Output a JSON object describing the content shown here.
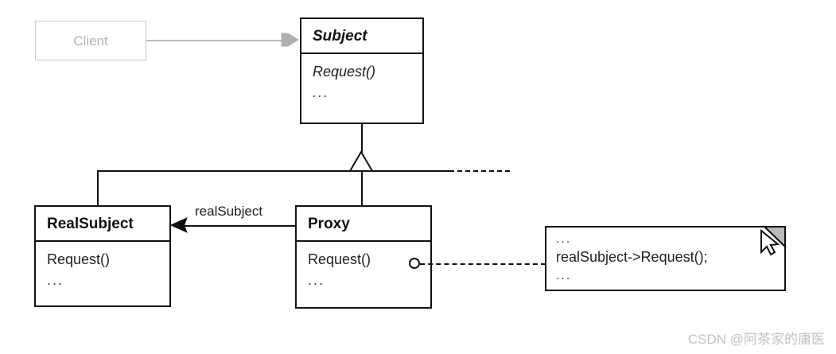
{
  "diagram": {
    "title": "Proxy Design Pattern Class Diagram",
    "type": "uml-class-diagram",
    "background": "#ffffff",
    "line_color": "#111111",
    "faded_color": "#bdbdbd",
    "note_fold_color": "#b9b9b9"
  },
  "classes": {
    "client": {
      "name": "Client",
      "stereotype": "faded",
      "members": []
    },
    "subject": {
      "name": "Subject",
      "abstract": true,
      "members": [
        {
          "text": "Request()",
          "kind": "operation"
        },
        {
          "text": "...",
          "kind": "ellipsis"
        }
      ]
    },
    "real_subject": {
      "name": "RealSubject",
      "abstract": false,
      "members": [
        {
          "text": "Request()",
          "kind": "operation"
        },
        {
          "text": "...",
          "kind": "ellipsis"
        }
      ]
    },
    "proxy": {
      "name": "Proxy",
      "abstract": false,
      "members": [
        {
          "text": "Request()",
          "kind": "operation"
        },
        {
          "text": "...",
          "kind": "ellipsis"
        }
      ]
    }
  },
  "relationships": {
    "client_to_subject": {
      "kind": "association-directed",
      "label": "",
      "from": "Client",
      "to": "Subject"
    },
    "realsubject_inherits_subject": {
      "kind": "generalization",
      "from": "RealSubject",
      "to": "Subject"
    },
    "proxy_inherits_subject": {
      "kind": "generalization",
      "from": "Proxy",
      "to": "Subject"
    },
    "proxy_to_realsubject": {
      "kind": "association-directed",
      "label": "realSubject",
      "from": "Proxy",
      "to": "RealSubject"
    },
    "proxy_request_note": {
      "kind": "note-anchor",
      "from": "Proxy::Request()",
      "to": "note"
    }
  },
  "note": {
    "lines": [
      {
        "text": "...",
        "kind": "ellipsis"
      },
      {
        "text": "realSubject->Request();",
        "kind": "code"
      },
      {
        "text": "...",
        "kind": "ellipsis"
      }
    ]
  },
  "watermark": {
    "text": "CSDN @阿茶家的庸医"
  }
}
